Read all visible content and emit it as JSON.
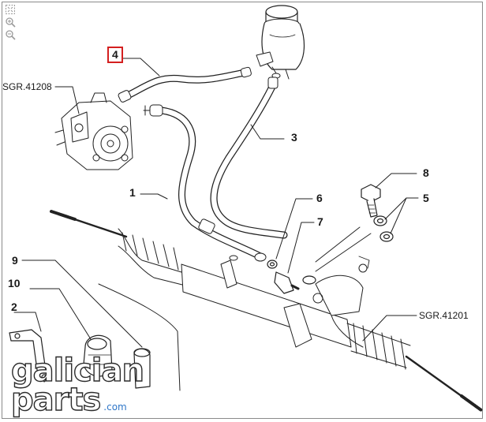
{
  "toolbar": {
    "icons": [
      "fit-page-icon",
      "zoom-in-icon",
      "zoom-out-icon"
    ]
  },
  "callouts": {
    "c1": "1",
    "c2": "2",
    "c3": "3",
    "c4": "4",
    "c5": "5",
    "c6": "6",
    "c7": "7",
    "c8": "8",
    "c9": "9",
    "c10": "10"
  },
  "references": {
    "pump": "SGR.41208",
    "rack": "SGR.41201"
  },
  "watermark": {
    "line1": "galician",
    "line2": "parts",
    "suffix": ".com"
  },
  "colors": {
    "highlight_box": "#d41f1f",
    "watermark_accent": "#2e76c8"
  }
}
